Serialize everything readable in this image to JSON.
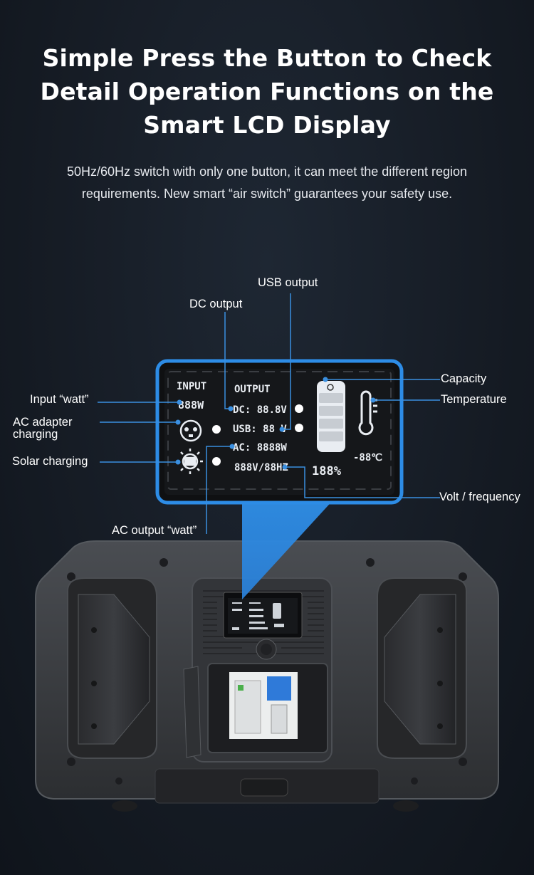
{
  "headline": "Simple Press the Button to Check\nDetail Operation Functions on the\nSmart LCD Display",
  "description": "50Hz/60Hz switch with only one button, it can meet the different region\nrequirements. New smart “air switch” guarantees your safety use.",
  "labels": {
    "usb_output": "USB output",
    "dc_output": "DC output",
    "input_watt": "Input “watt”",
    "ac_adapter": "AC adapter\ncharging",
    "solar": "Solar charging",
    "ac_output_watt": "AC output “watt”",
    "capacity": "Capacity",
    "temperature": "Temperature",
    "volt_freq": "Volt / frequency"
  },
  "lcd": {
    "input": "INPUT",
    "output": "OUTPUT",
    "input_watts": "888W",
    "dc": "DC: 88.8V",
    "usb": "USB: 88 V",
    "ac": "AC: 8888W",
    "volt_hz": "888V/88HZ",
    "temp": "-88℃",
    "percent": "188%"
  },
  "colors": {
    "accent": "#2d8ce6",
    "leader": "#3a8fe0"
  }
}
